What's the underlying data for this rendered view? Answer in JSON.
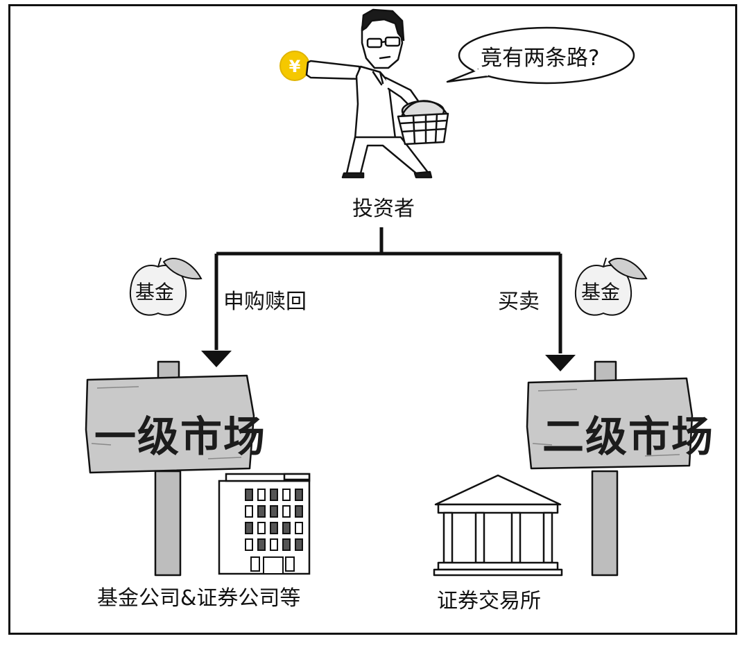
{
  "investor": {
    "label": "投资者",
    "speech": "竟有两条路?",
    "coin_symbol": "¥"
  },
  "routes": {
    "left": {
      "action": "申购赎回",
      "fund_label": "基金",
      "market": "一级市场",
      "institution": "基金公司&证券公司等"
    },
    "right": {
      "action": "买卖",
      "fund_label": "基金",
      "market": "二级市场",
      "institution": "证券交易所"
    }
  },
  "colors": {
    "line": "#111111",
    "sign_fill": "#c9c9c9",
    "post_fill": "#bdbdbd",
    "coin": "#f5c800",
    "window": "#555555"
  },
  "icons": [
    "coin-icon",
    "basket-icon",
    "apple-icon",
    "office-building-icon",
    "exchange-building-icon"
  ]
}
